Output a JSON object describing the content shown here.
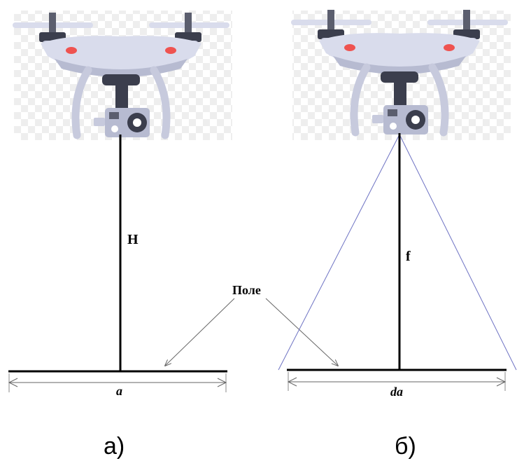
{
  "panel_a": {
    "height_label": "H",
    "width_label": "a",
    "caption": "а)"
  },
  "panel_b": {
    "focal_label": "f",
    "width_label": "da",
    "caption": "б)"
  },
  "field_label": "Поле",
  "colors": {
    "drone_body": "#d9dcec",
    "drone_shade": "#b7bbd1",
    "drone_dark": "#3b3e4d",
    "drone_motor": "#5b5e6e",
    "drone_accent": "#ef5350",
    "checker_light": "#eeeeee",
    "fov_line": "#6d72c3",
    "line": "#000000",
    "arrow": "#666666"
  },
  "icons": [
    "drone-icon",
    "camera-icon"
  ]
}
